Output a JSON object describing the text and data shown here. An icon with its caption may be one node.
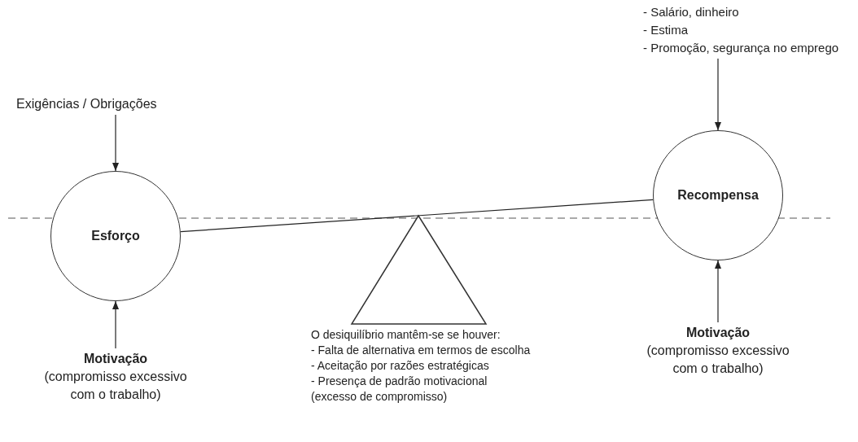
{
  "diagram": {
    "nodes": [
      {
        "text": [
          "Exigências / Obrigações"
        ]
      },
      {
        "text": [
          "Esforço"
        ]
      },
      {
        "text": [
          "Motivação",
          "(compromisso excessivo com o trabalho)"
        ]
      },
      {
        "text": [
          "- Salário, dinheiro",
          "- Estima",
          "- Promoção, segurança no emprego"
        ]
      },
      {
        "text": [
          "Recompensa"
        ]
      },
      {
        "text": [
          "Motivação",
          "(compromisso excessivo com o trabalho)"
        ]
      },
      {
        "text": [],
        "shape": "triangle",
        "beside": [
          "O desiquilíbrio mantêm-se se houver:",
          "- Falta de alternativa em termos de escolha",
          "- Aceitação por razões estratégicas",
          "- Presença de padrão motivacional (excesso de compromisso)"
        ]
      }
    ],
    "edges": [
      {
        "from": 0,
        "to": 1,
        "arrow": "to"
      },
      {
        "from": 2,
        "to": 1,
        "arrow": "to"
      },
      {
        "from": 3,
        "to": 4,
        "arrow": "to"
      },
      {
        "from": 5,
        "to": 4,
        "arrow": "to"
      },
      {
        "from": 1,
        "to": 4,
        "arrow": "none"
      }
    ]
  }
}
